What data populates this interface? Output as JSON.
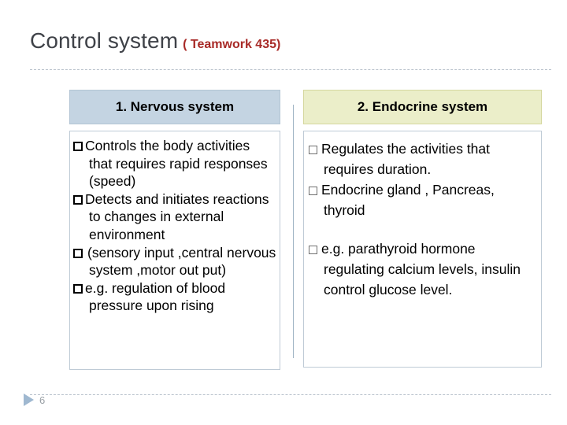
{
  "slide": {
    "title_main": "Control system",
    "title_sub": "( Teamwork 435)",
    "title_main_color": "#3f4248",
    "title_sub_color": "#a82a27",
    "page_number": "6",
    "page_arrow_icon": "triangle-right-icon",
    "divider_color": "#9fb3c4"
  },
  "columns": [
    {
      "header": "1. Nervous system",
      "header_bg": "#c4d4e2",
      "header_border": "#b3c5d4",
      "bullet_glyph": "empty-square",
      "bullets": [
        "Controls the body activities that requires rapid responses (speed)",
        "Detects and initiates reactions to changes in external environment",
        "(sensory input ,central nervous system ,motor out put)",
        "e.g. regulation of blood pressure upon rising"
      ]
    },
    {
      "header": "2. Endocrine system",
      "header_bg": "#ebeec9",
      "header_border": "#d5d79e",
      "bullet_glyph": "empty-square",
      "bullets": [
        "Regulates the activities that requires duration.",
        "Endocrine gland , Pancreas, thyroid",
        "e.g. parathyroid hormone regulating calcium levels, insulin control glucose level."
      ]
    }
  ]
}
